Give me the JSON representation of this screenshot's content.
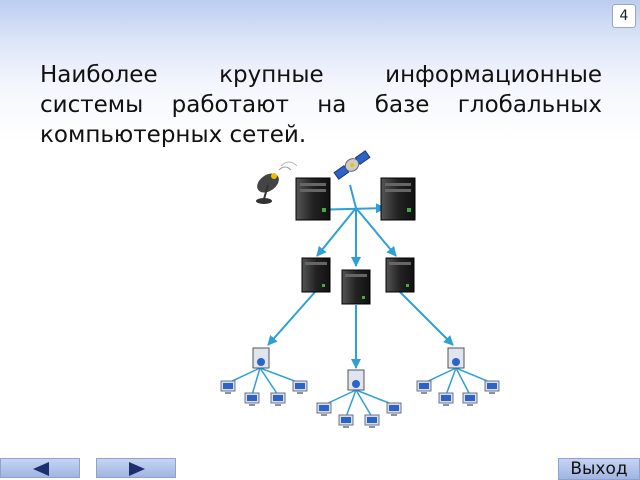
{
  "slide": {
    "number": "4",
    "text": "Наиболее крупные информационные системы работают на базе глобальных компьютерных сетей."
  },
  "navigation": {
    "exit_label": "Выход"
  },
  "colors": {
    "accent": "#2f9fd8",
    "header": "#bccdf0"
  }
}
